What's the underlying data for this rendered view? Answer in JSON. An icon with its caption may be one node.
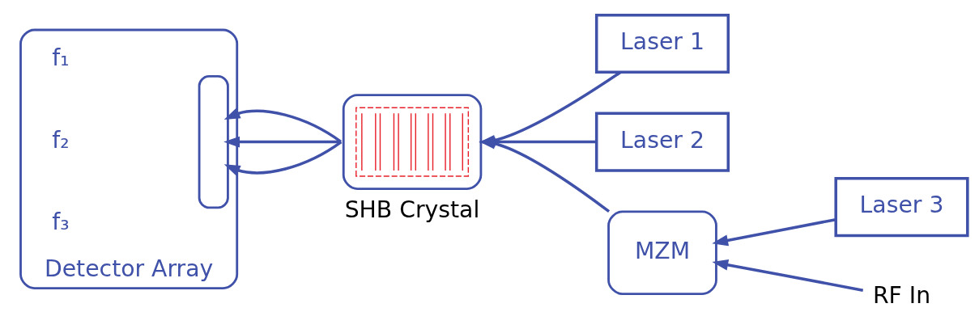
{
  "diagram": {
    "nodes": [
      {
        "text": [
          "Laser 1"
        ]
      },
      {
        "text": [
          "Laser 2"
        ]
      },
      {
        "text": [
          "Detector Array"
        ]
      },
      {
        "text": [],
        "shape": "box",
        "in": 2
      },
      {
        "text": [
          "SHB Crystal"
        ]
      },
      {
        "text": [
          "MZM"
        ]
      },
      {
        "text": [
          "Laser 3"
        ]
      },
      {
        "text": [
          "RF In"
        ]
      }
    ],
    "edges": [
      {
        "from": 0,
        "to": 4,
        "arrow": "to"
      },
      {
        "from": 1,
        "to": 4,
        "arrow": "to"
      },
      {
        "from": 4,
        "to": 3,
        "arrow": "to"
      },
      {
        "from": 4,
        "to": 3,
        "arrow": "to"
      },
      {
        "from": 4,
        "to": 3,
        "arrow": "to"
      },
      {
        "from": 5,
        "to": 4,
        "arrow": "to"
      },
      {
        "from": 6,
        "to": 5,
        "arrow": "to"
      },
      {
        "from": 7,
        "to": 5,
        "arrow": "to"
      }
    ],
    "labels": [
      "f₁",
      "f₂",
      "f₃"
    ]
  }
}
